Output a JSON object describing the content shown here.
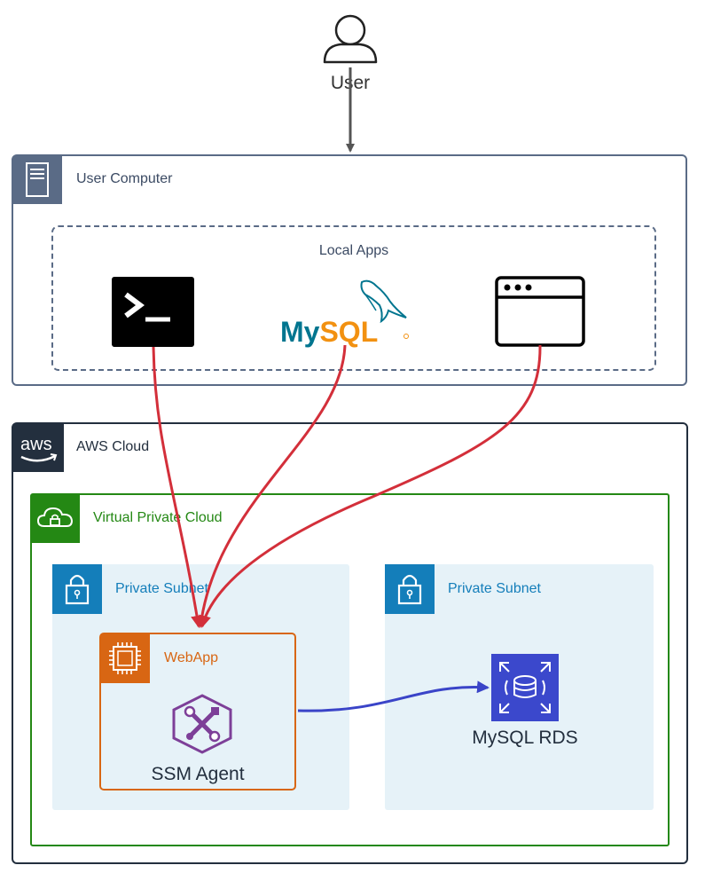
{
  "user": {
    "label": "User"
  },
  "user_computer": {
    "title": "User Computer"
  },
  "local_apps": {
    "title": "Local Apps",
    "apps": [
      {
        "icon": "terminal-icon"
      },
      {
        "icon": "mysql-logo",
        "logo_text": "MySQL"
      },
      {
        "icon": "browser-window-icon"
      }
    ]
  },
  "aws_cloud": {
    "title": "AWS Cloud",
    "logo_text": "aws"
  },
  "vpc": {
    "title": "Virtual Private Cloud"
  },
  "subnets": [
    {
      "title": "Private Subnet"
    },
    {
      "title": "Private Subnet"
    }
  ],
  "webapp": {
    "title": "WebApp",
    "agent_label": "SSM Agent"
  },
  "rds": {
    "label": "MySQL RDS"
  },
  "colors": {
    "user_computer_border": "#5a6b86",
    "aws_border": "#232f3e",
    "vpc_border": "#248814",
    "subnet_fill": "#e6f2f8",
    "subnet_text": "#147eba",
    "ec2_orange": "#d86613",
    "rds_blue": "#3b48cc",
    "ssm_purple": "#7d3f98",
    "red_arrow": "#d32f3a",
    "blue_arrow": "#3a44c8"
  }
}
